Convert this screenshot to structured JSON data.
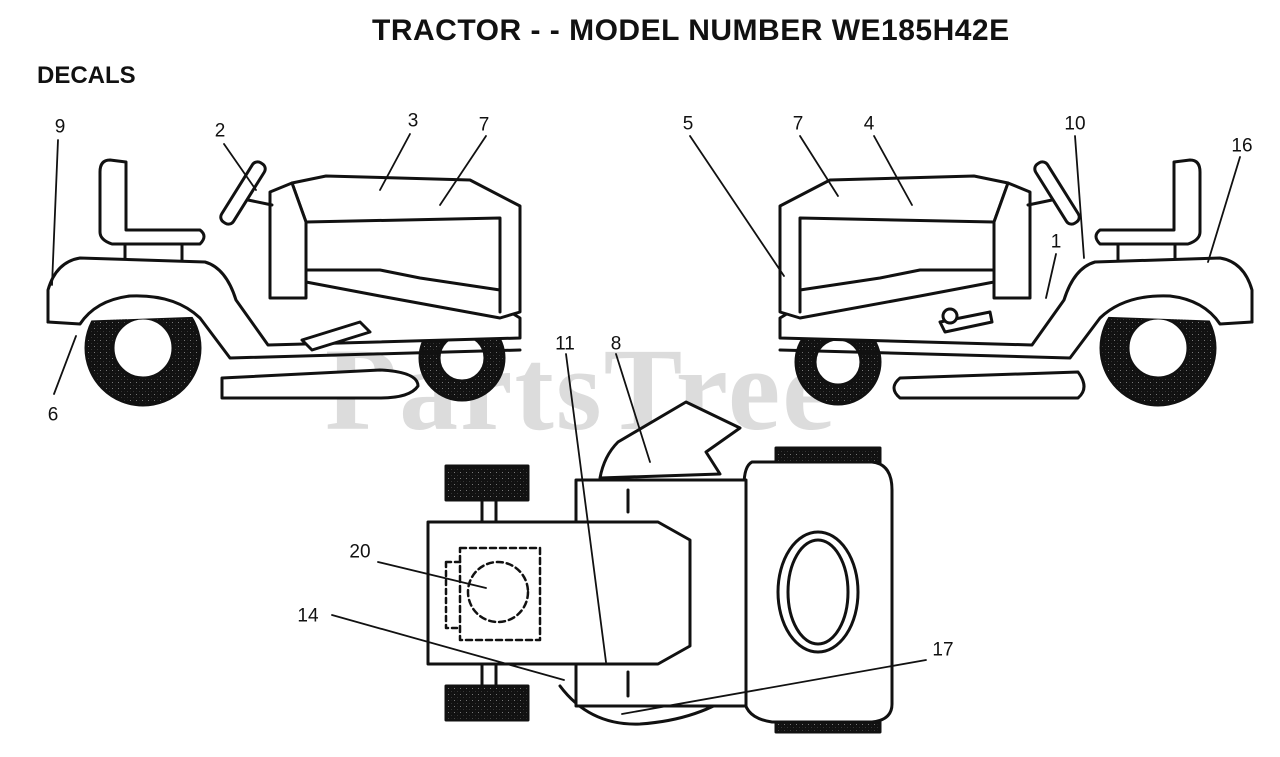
{
  "diagram": {
    "title": "TRACTOR - - MODEL NUMBER WE185H42E",
    "section": "DECALS",
    "watermark": "PartsTree",
    "callouts": {
      "left_view": {
        "c9": "9",
        "c2": "2",
        "c3": "3",
        "c7": "7",
        "c6": "6"
      },
      "right_view": {
        "c5": "5",
        "c7": "7",
        "c4": "4",
        "c10": "10",
        "c16": "16",
        "c1": "1"
      },
      "top_view": {
        "c11": "11",
        "c8": "8",
        "c20": "20",
        "c14": "14",
        "c17": "17"
      }
    }
  }
}
